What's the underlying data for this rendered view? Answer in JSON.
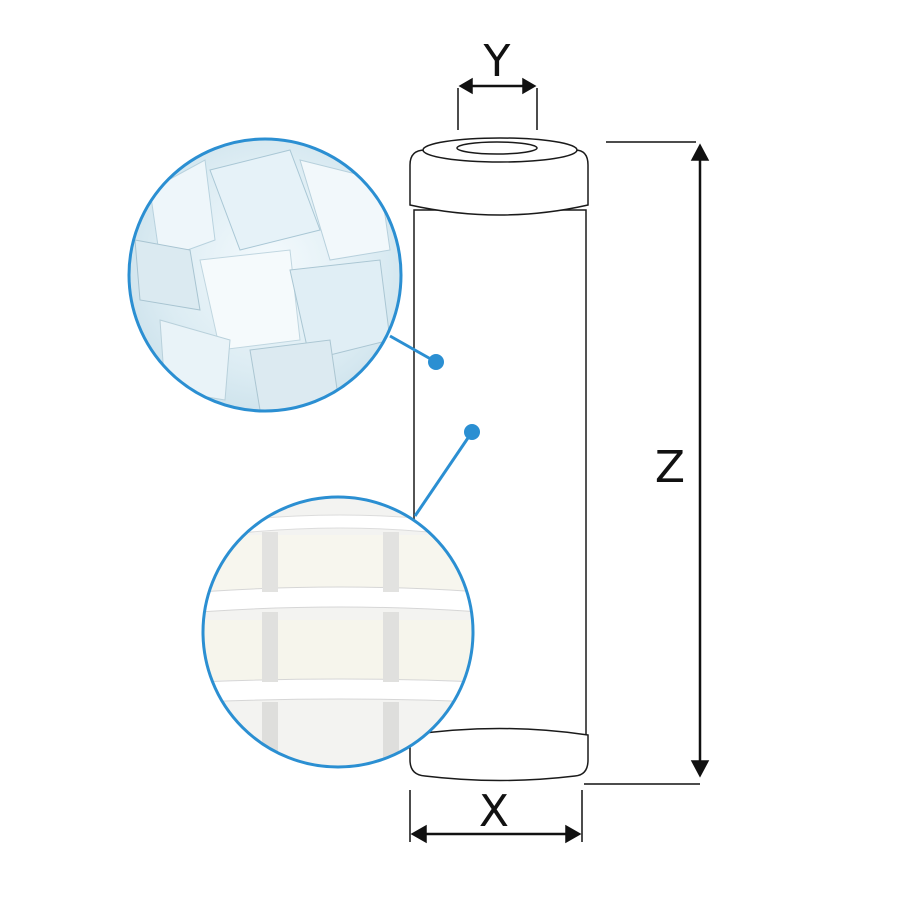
{
  "dimensions": {
    "width_label": "X",
    "inner_diameter_label": "Y",
    "height_label": "Z"
  },
  "callouts": [
    {
      "subject": "granular-media-closeup"
    },
    {
      "subject": "mesh-housing-closeup"
    }
  ],
  "colors": {
    "accent": "#2b8fd2",
    "outline": "#1a1a1a",
    "dimension_lines": "#111111"
  }
}
